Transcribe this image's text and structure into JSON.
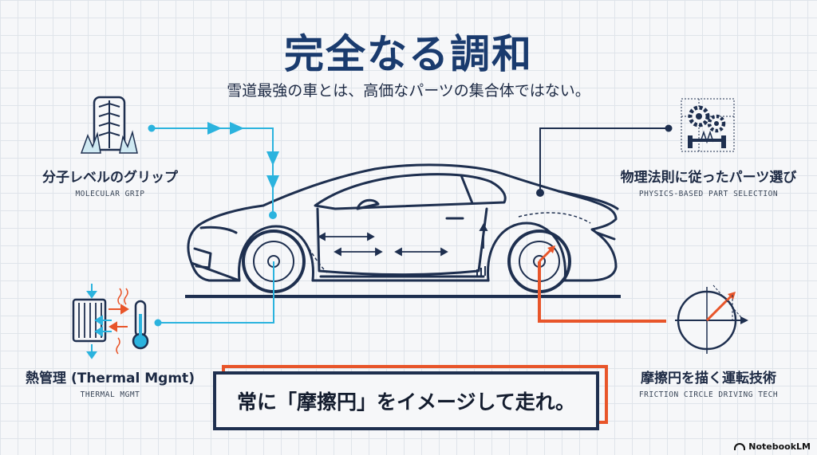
{
  "title": "完全なる調和",
  "subtitle": "雪道最強の車とは、高価なパーツの集合体ではない。",
  "features": [
    {
      "jp": "分子レベルのグリップ",
      "en": "MOLECULAR GRIP",
      "icon": "tire-ice-icon"
    },
    {
      "jp": "熱管理 (Thermal Mgmt)",
      "en": "THERMAL MGMT",
      "icon": "radiator-thermometer-icon"
    },
    {
      "jp": "物理法則に従ったパーツ選び",
      "en": "PHYSICS-BASED PART SELECTION",
      "icon": "gears-blueprint-icon"
    },
    {
      "jp": "摩擦円を描く運転技術",
      "en": "FRICTION CIRCLE DRIVING TECH",
      "icon": "friction-circle-icon"
    }
  ],
  "callout": "常に「摩擦円」をイメージして走れ。",
  "watermark": "NotebookLM",
  "colors": {
    "navy": "#1e2f4f",
    "title_blue": "#1a3b6e",
    "cyan": "#2bb3de",
    "orange": "#e8552a",
    "grid": "#dfe4ea"
  }
}
